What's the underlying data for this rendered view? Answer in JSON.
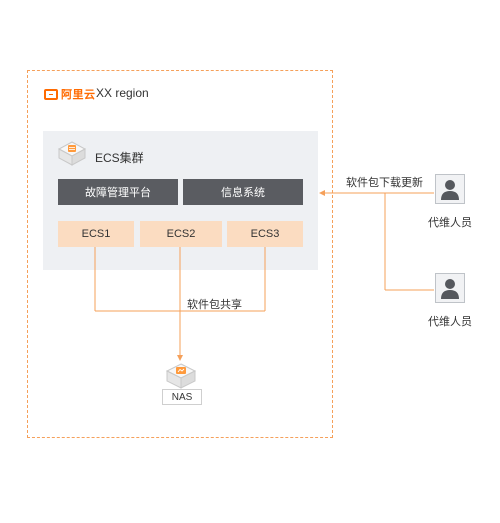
{
  "region": {
    "logo_text": "阿里云",
    "title": "XX region"
  },
  "cluster": {
    "title": "ECS集群",
    "platforms": [
      "故障管理平台",
      "信息系统"
    ],
    "ecs_nodes": [
      "ECS1",
      "ECS2",
      "ECS3"
    ]
  },
  "links": {
    "share_label": "软件包共享",
    "update_label": "软件包下载更新"
  },
  "storage": {
    "nas_label": "NAS"
  },
  "people": [
    {
      "label": "代维人员"
    },
    {
      "label": "代维人员"
    }
  ],
  "colors": {
    "accent": "#ff6a00",
    "line": "#f5a05a",
    "ecs_fill": "#fbdcc1",
    "platform_fill": "#5a5c61",
    "cluster_bg": "#eef0f3"
  },
  "icons": {
    "logo": "aliyun-logo-icon",
    "cluster": "ecs-cluster-icon",
    "nas": "nas-storage-icon",
    "person": "person-icon"
  }
}
